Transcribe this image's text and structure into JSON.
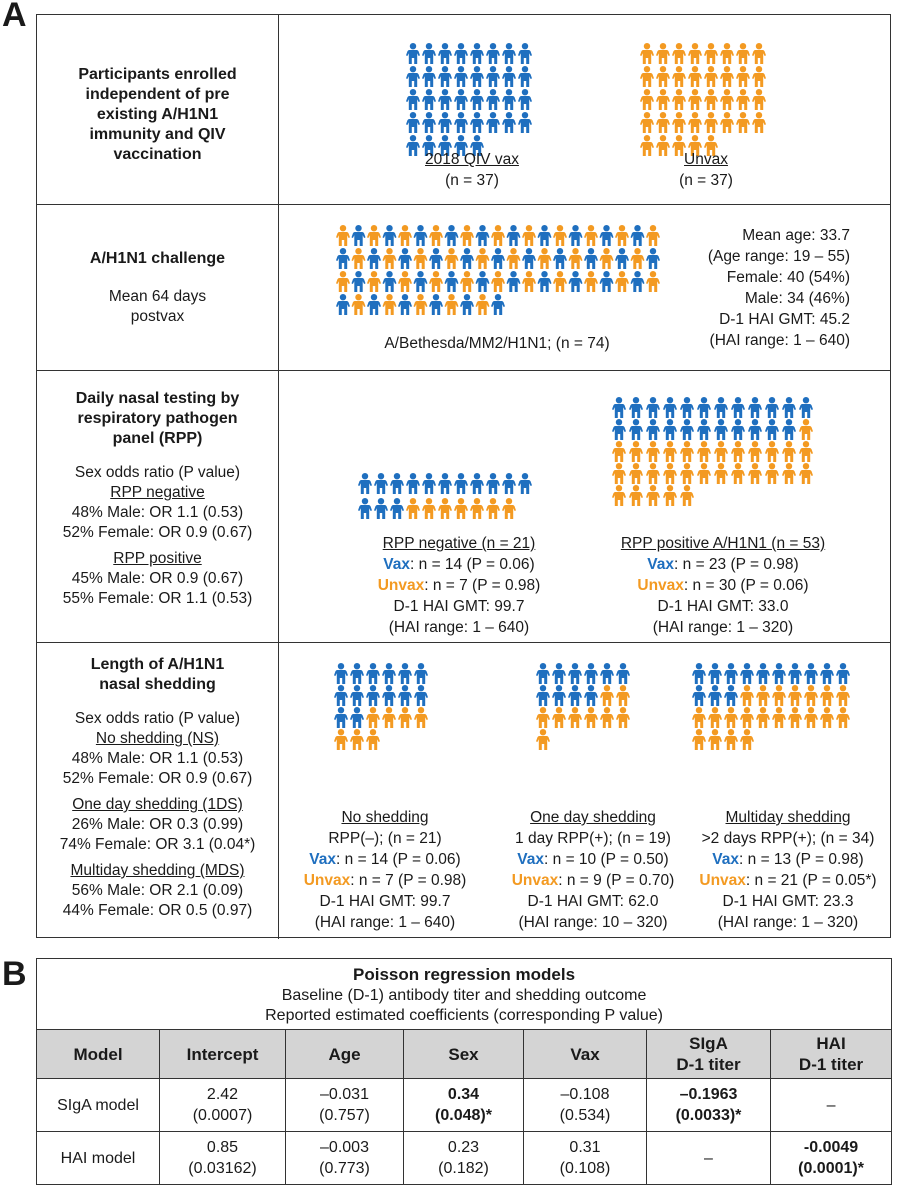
{
  "panel_labels": {
    "a": "A",
    "b": "B"
  },
  "colors": {
    "vax": "#1f6fbf",
    "unvax": "#f39a22"
  },
  "icon": "person-icon",
  "row1": {
    "title": "Participants enrolled independent of pre existing A/H1N1 immunity and QIV vaccination",
    "groups": [
      {
        "label": "2018 QIV vax",
        "n": "(n = 37)",
        "count": 37,
        "color": "vax"
      },
      {
        "label": "Unvax",
        "n": "(n = 37)",
        "count": 37,
        "color": "unvax"
      }
    ]
  },
  "row2": {
    "title": "A/H1N1 challenge",
    "subtitle_1": "Mean 64 days",
    "subtitle_2": "postvax",
    "caption": "A/Bethesda/MM2/H1N1; (n = 74)",
    "stats": [
      "Mean age: 33.7",
      "(Age range: 19 – 55)",
      "Female: 40 (54%)",
      "Male: 34 (46%)",
      "D-1 HAI GMT: 45.2",
      "(HAI range: 1 – 640)"
    ]
  },
  "row3": {
    "title_lines": [
      "Daily nasal testing by",
      "respiratory pathogen",
      "panel (RPP)"
    ],
    "sex_odds": "Sex odds ratio (P value)",
    "neg_header": "RPP negative",
    "neg_lines": [
      "48% Male: OR 1.1 (0.53)",
      "52% Female: OR 0.9 (0.67)"
    ],
    "pos_header": "RPP positive",
    "pos_lines": [
      "45% Male: OR 0.9 (0.67)",
      "55% Female: OR 1.1 (0.53)"
    ],
    "groups": [
      {
        "title": "RPP negative (n = 21)",
        "vax": "n = 14 (P = 0.06)",
        "unvax": "n = 7 (P = 0.98)",
        "gmt": "D-1 HAI GMT: 99.7",
        "range": "(HAI range: 1 – 640)",
        "vax_count": 14,
        "unvax_count": 7
      },
      {
        "title": "RPP positive A/H1N1 (n = 53)",
        "vax": "n = 23 (P = 0.98)",
        "unvax": "n = 30 (P = 0.06)",
        "gmt": "D-1 HAI GMT: 33.0",
        "range": "(HAI range: 1 – 320)",
        "vax_count": 23,
        "unvax_count": 30
      }
    ]
  },
  "row4": {
    "title_lines": [
      "Length of A/H1N1",
      "nasal shedding"
    ],
    "sex_odds": "Sex odds ratio (P value)",
    "sections": [
      {
        "header": "No shedding (NS)",
        "lines": [
          "48% Male: OR 1.1 (0.53)",
          "52% Female: OR 0.9 (0.67)"
        ]
      },
      {
        "header": "One day shedding (1DS)",
        "lines": [
          "26% Male: OR 0.3 (0.99)",
          "74% Female: OR 3.1 (0.04*)"
        ]
      },
      {
        "header": "Multiday shedding (MDS)",
        "lines": [
          "56% Male: OR 2.1 (0.09)",
          "44% Female: OR 0.5 (0.97)"
        ]
      }
    ],
    "groups": [
      {
        "title": "No shedding",
        "line1": "RPP(–); (n = 21)",
        "vax": "n = 14 (P = 0.06)",
        "unvax": "n = 7 (P = 0.98)",
        "gmt": "D-1 HAI GMT: 99.7",
        "range": "(HAI range: 1 – 640)",
        "vax_count": 14,
        "unvax_count": 7
      },
      {
        "title": "One day shedding",
        "line1": "1 day RPP(+); (n = 19)",
        "vax": "n = 10 (P = 0.50)",
        "unvax": "n = 9 (P = 0.70)",
        "gmt": "D-1 HAI GMT: 62.0",
        "range": "(HAI range: 10 – 320)",
        "vax_count": 10,
        "unvax_count": 9
      },
      {
        "title": "Multiday shedding",
        "line1": ">2 days RPP(+); (n = 34)",
        "vax": "n = 13 (P = 0.98)",
        "unvax": "n = 21 (P = 0.05*)",
        "gmt": "D-1 HAI GMT: 23.3",
        "range": "(HAI range: 1 – 320)",
        "vax_count": 13,
        "unvax_count": 21
      }
    ]
  },
  "labels": {
    "vax": "Vax",
    "unvax": "Unvax"
  },
  "table": {
    "title": "Poisson regression models",
    "subtitle1": "Baseline (D-1) antibody titer and shedding outcome",
    "subtitle2": "Reported estimated coefficients (corresponding P value)",
    "headers": [
      "Model",
      "Intercept",
      "Age",
      "Sex",
      "Vax",
      "SIgA D-1 titer",
      "HAI D-1 titer"
    ],
    "rows": [
      {
        "model": "SIgA model",
        "intercept": [
          "2.42",
          "(0.0007)"
        ],
        "age": [
          "–0.031",
          "(0.757)"
        ],
        "sex": [
          "0.34",
          "(0.048)*"
        ],
        "vax": [
          "–0.108",
          "(0.534)"
        ],
        "siga": [
          "–0.1963",
          "(0.0033)*"
        ],
        "hai": "–"
      },
      {
        "model": "HAI model",
        "intercept": [
          "0.85",
          "(0.03162)"
        ],
        "age": [
          "–0.003",
          "(0.773)"
        ],
        "sex": [
          "0.23",
          "(0.182)"
        ],
        "vax": [
          "0.31",
          "(0.108)"
        ],
        "siga": "–",
        "hai": [
          "-0.0049",
          "(0.0001)*"
        ]
      }
    ]
  }
}
